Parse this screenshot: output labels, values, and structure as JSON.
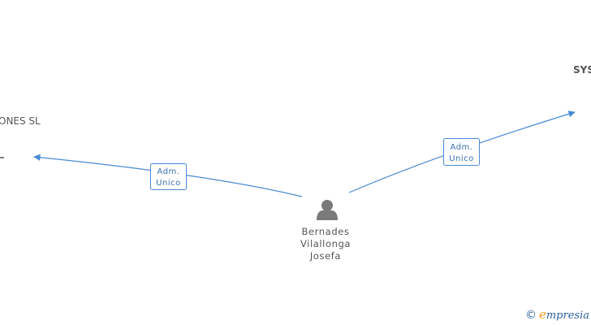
{
  "nodes": {
    "left_company": {
      "label": "ONES SL"
    },
    "right_company": {
      "label": "SYS"
    },
    "person": {
      "name_lines": [
        "Bernades",
        "Vilallonga",
        "Josefa"
      ]
    }
  },
  "edges": [
    {
      "role_lines": [
        "Adm.",
        "Unico"
      ]
    },
    {
      "role_lines": [
        "Adm.",
        "Unico"
      ]
    }
  ],
  "brand": {
    "copyright_symbol": "©",
    "first_letter": "e",
    "rest": "mpresia"
  },
  "colors": {
    "edge": "#4a8ad4",
    "text": "#555555",
    "brand_orange": "#f09a1a"
  }
}
